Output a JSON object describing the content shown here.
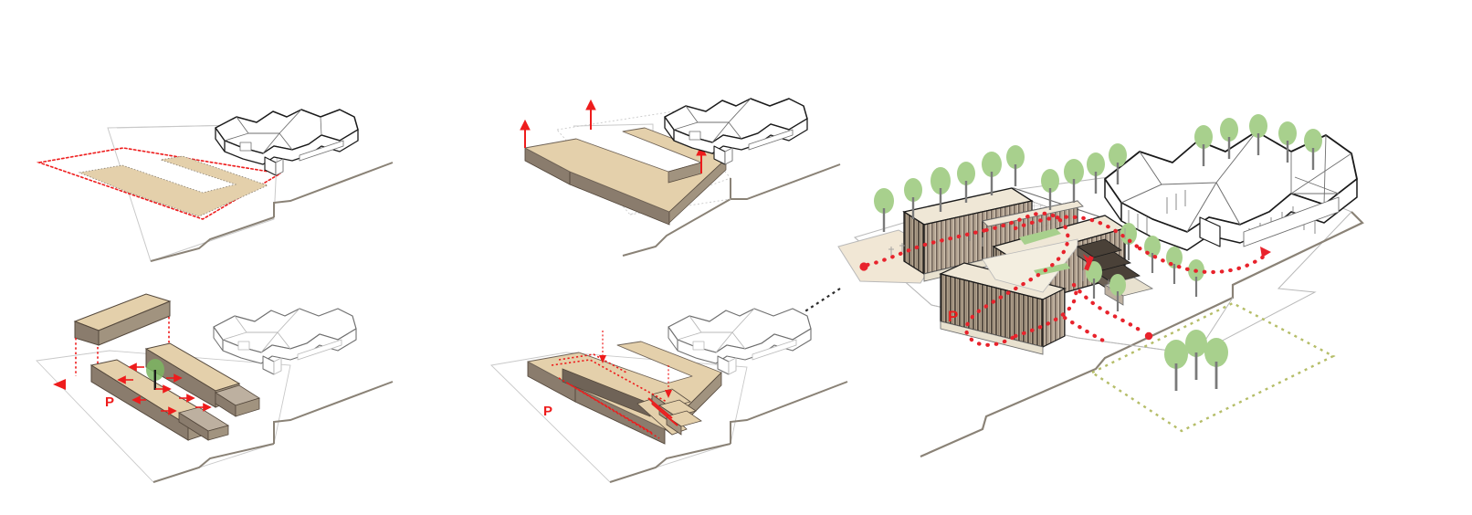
{
  "diagram": {
    "title": "Architectural massing and circulation concept diagram",
    "type": "axonometric design-process sequence",
    "panel_count": 5,
    "background_color": "#ffffff"
  },
  "palette": {
    "wood_top": "#e4d0ab",
    "wood_top_light": "#ece0c4",
    "wood_side_dark": "#8a7c6d",
    "wood_side_mid": "#a1937f",
    "wood_side_light": "#bdb0a0",
    "ground_line": "#8a8276",
    "outline_dark": "#1a1a1a",
    "outline_mid": "#6f6f6f",
    "outline_light": "#b9b9b9",
    "accent_red": "#ee1c1c",
    "accent_red_dot": "#e8232c",
    "tree_green": "#a8d08d",
    "tree_trunk": "#7a7a7a",
    "boundary_olive": "#b5bd68",
    "plaza_beige": "#f1e7d5"
  },
  "panels": [
    {
      "id": "panel-1",
      "step": "1",
      "name": "site-footprint",
      "caption": "",
      "description": "Site plane with red dotted property boundary and tan U-shaped building footprint outlined in gray dots; existing L-shaped building shown as white wireframe.",
      "elements": {
        "site_boundary_style": "red dotted",
        "footprint_fill": "#e4d0ab",
        "footprint_shape": "U-shape",
        "existing_building": "L-shaped hipped-roof wireframe",
        "labels": []
      }
    },
    {
      "id": "panel-2",
      "step": "2",
      "name": "volume-extrusion",
      "caption": "",
      "description": "U-shaped footprint extruded vertically into a solid volume; three small red up-arrows indicate the extrusion direction.",
      "elements": {
        "arrow_count": 3,
        "arrow_direction": "up",
        "arrow_color": "#ee1c1c",
        "volume_top_fill": "#e4d0ab",
        "volume_side_fill": "#8a7c6d",
        "labels": []
      }
    },
    {
      "id": "panel-3",
      "step": "3",
      "name": "volume-splitting",
      "caption": "",
      "description": "Volume broken into separate linear bars; one bar lifted and floating above with red dotted drop-lines, small red spreading arrows between bars, a green tree in the gap, and a red triangle entry marker.",
      "elements": {
        "bar_count": 3,
        "floating_bar": true,
        "drop_line_style": "red dotted",
        "spread_arrow_count": 8,
        "tree_present": true,
        "entry_marker": "red left triangle",
        "labels": [
          "P"
        ]
      }
    },
    {
      "id": "panel-4",
      "step": "4",
      "name": "circulation-and-ramp",
      "caption": "",
      "description": "Re-joined U-shaped volume with a sloping ramp face and stepped terraces at the far end; red dotted circulation routes trace the inner courtyard and the stair.",
      "elements": {
        "ramp": true,
        "step_count": 3,
        "circulation_style": "red dotted line",
        "drop_line_count": 2,
        "labels": [
          "P"
        ]
      }
    },
    {
      "id": "panel-5",
      "step": "5",
      "name": "final-proposal",
      "caption": "",
      "description": "Completed scheme in context: long slatted-timber building wrapping a courtyard, planted roof deck, rows of trees, red dotted pedestrian circulation connecting a beige entry plaza to the existing building, black dotted access path and olive dotted future-plot boundary.",
      "elements": {
        "facade": "vertical timber slats",
        "tree_count": 28,
        "circulation_style": "red dotted line",
        "entry_plaza_fill": "#f1e7d5",
        "future_plot_boundary": "olive dotted",
        "access_path": "black dotted",
        "existing_building": "L-shaped hipped-roof wireframe",
        "labels": [
          "P"
        ]
      }
    }
  ],
  "annotations": {
    "parking_symbol": "P",
    "parking_symbol_color": "#ee1c1c",
    "parking_instances": 3
  },
  "legend_items": [
    {
      "key": "new-volume",
      "swatch": "#e4d0ab",
      "label": ""
    },
    {
      "key": "circulation",
      "swatch": "#ee1c1c",
      "label": ""
    },
    {
      "key": "landscape",
      "swatch": "#a8d08d",
      "label": ""
    },
    {
      "key": "existing-building",
      "swatch": "#ffffff",
      "label": ""
    }
  ]
}
